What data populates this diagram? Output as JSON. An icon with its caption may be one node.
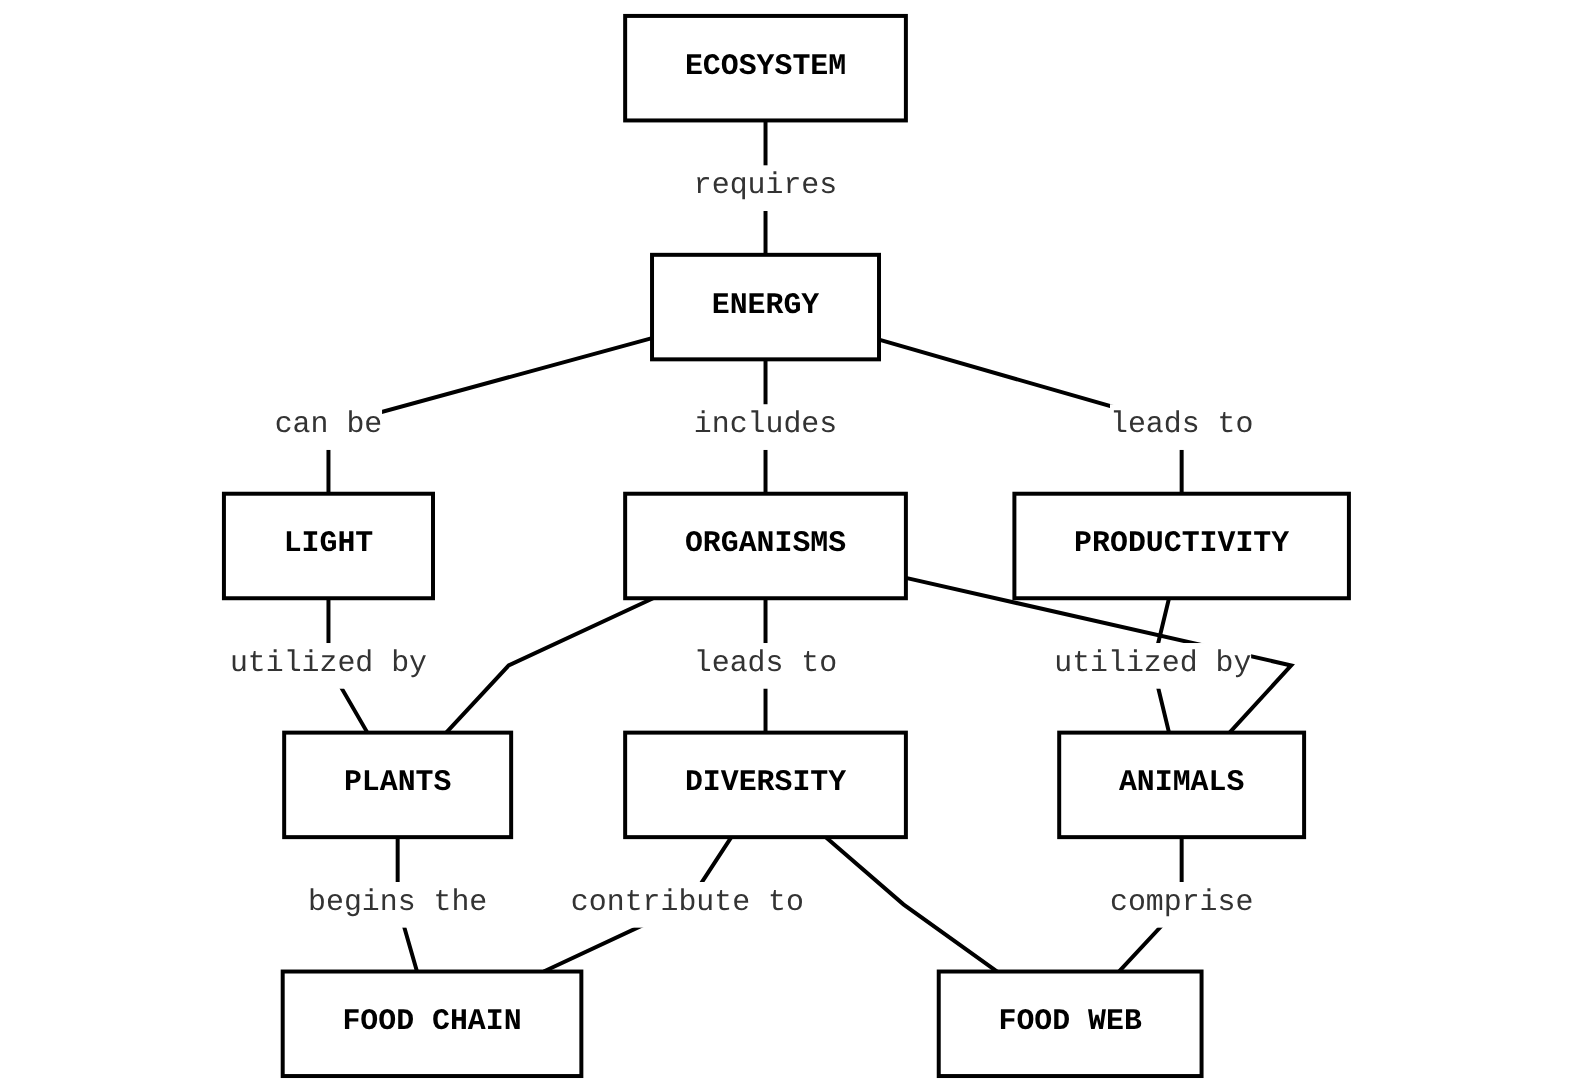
{
  "diagram": {
    "nodes": [
      {
        "text": [
          "ECOSYSTEM"
        ]
      },
      {
        "text": [
          "ENERGY"
        ]
      },
      {
        "text": [
          "LIGHT"
        ]
      },
      {
        "text": [
          "PRODUCTIVITY"
        ]
      },
      {
        "text": [
          "ORGANISMS"
        ]
      },
      {
        "text": [
          "PLANTS"
        ]
      },
      {
        "text": [
          "ANIMALS"
        ]
      },
      {
        "text": [
          "DIVERSITY"
        ]
      },
      {
        "text": [
          "FOOD CHAIN"
        ]
      },
      {
        "text": [
          "FOOD WEB"
        ]
      }
    ],
    "edges": [
      {
        "from": 0,
        "to": 1,
        "arrow": "none",
        "label": "requires"
      },
      {
        "from": 1,
        "to": 2,
        "arrow": "none",
        "label": "can be"
      },
      {
        "from": 1,
        "to": 3,
        "arrow": "none",
        "label": "leads to"
      },
      {
        "from": 1,
        "to": 4,
        "arrow": "none",
        "label": "includes"
      },
      {
        "from": 2,
        "to": 5,
        "arrow": "none",
        "label": "utilized by"
      },
      {
        "from": 3,
        "to": 6,
        "arrow": "none",
        "label": "utilized by"
      },
      {
        "from": 4,
        "to": 5,
        "arrow": "none"
      },
      {
        "from": 4,
        "to": 6,
        "arrow": "none"
      },
      {
        "from": 4,
        "to": 7,
        "arrow": "none",
        "label": "leads to"
      },
      {
        "from": 5,
        "to": 8,
        "arrow": "none",
        "label": "begins the"
      },
      {
        "from": 7,
        "to": 8,
        "arrow": "none",
        "label": "contribute to"
      },
      {
        "from": 7,
        "to": 9,
        "arrow": "none"
      },
      {
        "from": 6,
        "to": 9,
        "arrow": "none",
        "label": "comprise"
      }
    ]
  }
}
